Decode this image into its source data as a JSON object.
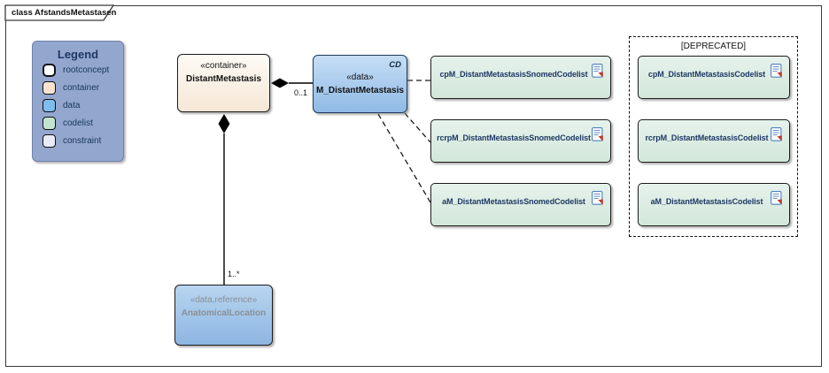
{
  "frame": {
    "title": "class AfstandsMetastasen"
  },
  "legend": {
    "title": "Legend",
    "items": [
      {
        "label": "rootconcept",
        "color": "#ffffff"
      },
      {
        "label": "container",
        "color": "#fbe3d0"
      },
      {
        "label": "data",
        "color": "#7fbdee"
      },
      {
        "label": "codelist",
        "color": "#c3e4d0"
      },
      {
        "label": "constraint",
        "color": "#eaebf9"
      }
    ]
  },
  "nodes": {
    "distant_metastasis": {
      "stereotype": "«container»",
      "name": "DistantMetastasis"
    },
    "m_distant_metastasis": {
      "stereotype": "«data»",
      "name": "M_DistantMetastasis",
      "corner_label": "CD"
    },
    "anatomical_location": {
      "stereotype": "«data,reference»",
      "name": "AnatomicalLocation"
    },
    "codelists": [
      {
        "name": "cpM_DistantMetastasisSnomedCodelist"
      },
      {
        "name": "rcrpM_DistantMetastasisSnomedCodelist"
      },
      {
        "name": "aM_DistantMetastasisSnomedCodelist"
      }
    ],
    "deprecated_group": {
      "label": "[DEPRECATED]",
      "items": [
        {
          "name": "cpM_DistantMetastasisCodelist"
        },
        {
          "name": "rcrpM_DistantMetastasisCodelist"
        },
        {
          "name": "aM_DistantMetastasisCodelist"
        }
      ]
    }
  },
  "connectors": {
    "container_to_data": {
      "type": "composition",
      "multiplicity": "0..1"
    },
    "container_to_reference": {
      "type": "composition",
      "multiplicity": "1..*"
    },
    "dependencies": {
      "type": "dashed",
      "count": 3
    }
  },
  "colors": {
    "legend_background": "#93a6ce",
    "navy_text": "#1f3864",
    "container_fill": "#f6e7d6",
    "data_fill": "#8fbae5",
    "codelist_fill": "#d2e7da",
    "line": "#000000"
  }
}
